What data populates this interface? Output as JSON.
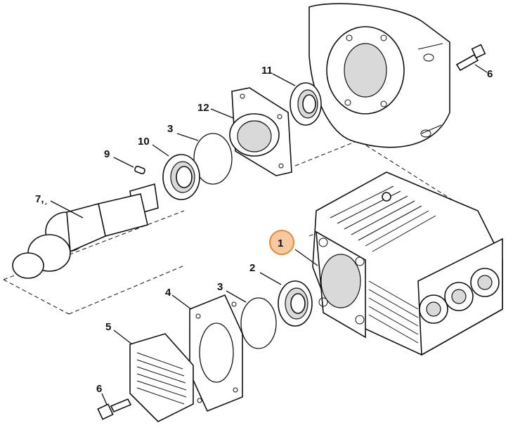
{
  "labels": {
    "l1": "1",
    "l2": "2",
    "l3a": "3",
    "l3b": "3",
    "l4": "4",
    "l5": "5",
    "l6a": "6",
    "l6b": "6",
    "l7": "7,˼",
    "l9": "9",
    "l10": "10",
    "l11": "11",
    "l12": "12"
  },
  "colors": {
    "highlight_fill": "#f6c9a0",
    "highlight_stroke": "#e8892f"
  }
}
